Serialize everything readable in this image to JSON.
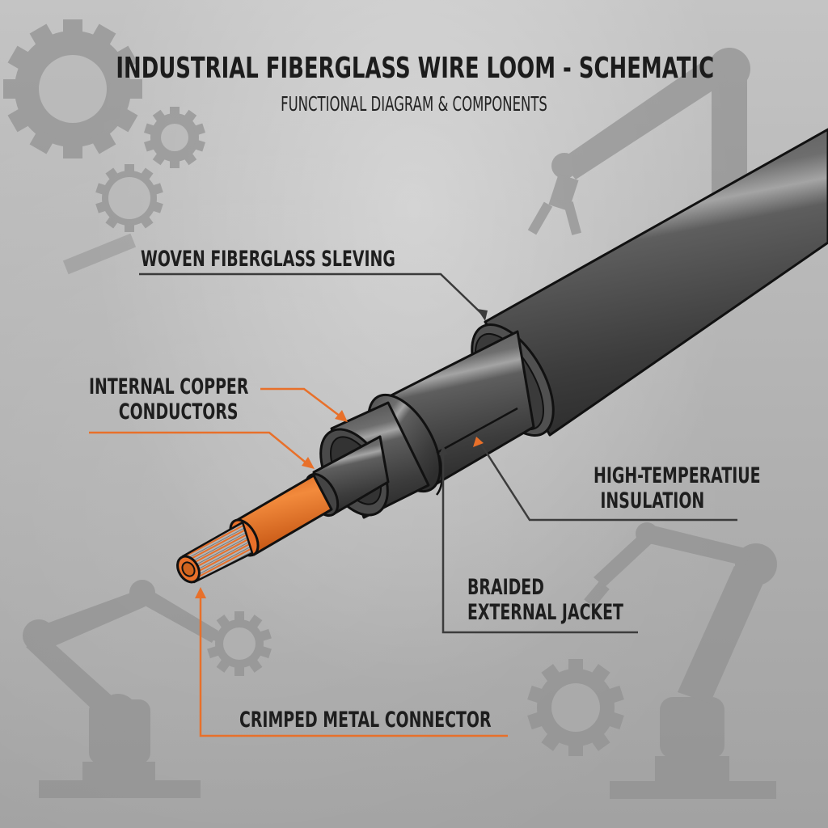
{
  "header": {
    "title": "INDUSTRIAL FIBERGLASS WIRE LOOM - SCHEMATIC",
    "subtitle": "FUNCTIONAL DIAGRAM & COMPONENTS"
  },
  "colors": {
    "background": "#b4b4b4",
    "text": "#1e1e1e",
    "accent_orange": "#e8702a",
    "cable_dark": "#3a3a3a",
    "cable_mid": "#5a5a5a",
    "leader_dark": "#3c3c3c",
    "silhouette": "#8e8e8e"
  },
  "labels": {
    "woven_sleeving": {
      "line1": "WOVEN FIBERGLASS SLEVING",
      "leader_color": "dark"
    },
    "copper_conductors": {
      "line1": "INTERNAL COPPER",
      "line2": "CONDUCTORS",
      "leader_color": "orange"
    },
    "high_temp_insulation": {
      "line1": "HIGH-TEMPERATIUE",
      "line2": "INSULATION",
      "leader_color": "dark"
    },
    "braided_jacket": {
      "line1": "BRAIDED",
      "line2": "EXTERNAL JACKET",
      "leader_color": "dark"
    },
    "crimped_connector": {
      "line1": "CRIMPED METAL CONNECTOR",
      "leader_color": "orange"
    }
  },
  "decorations": {
    "icons": [
      "gear-icon",
      "gear-icon",
      "gear-icon",
      "gear-icon",
      "gear-icon",
      "robot-arm-icon",
      "robot-arm-icon",
      "robot-arm-icon"
    ]
  }
}
